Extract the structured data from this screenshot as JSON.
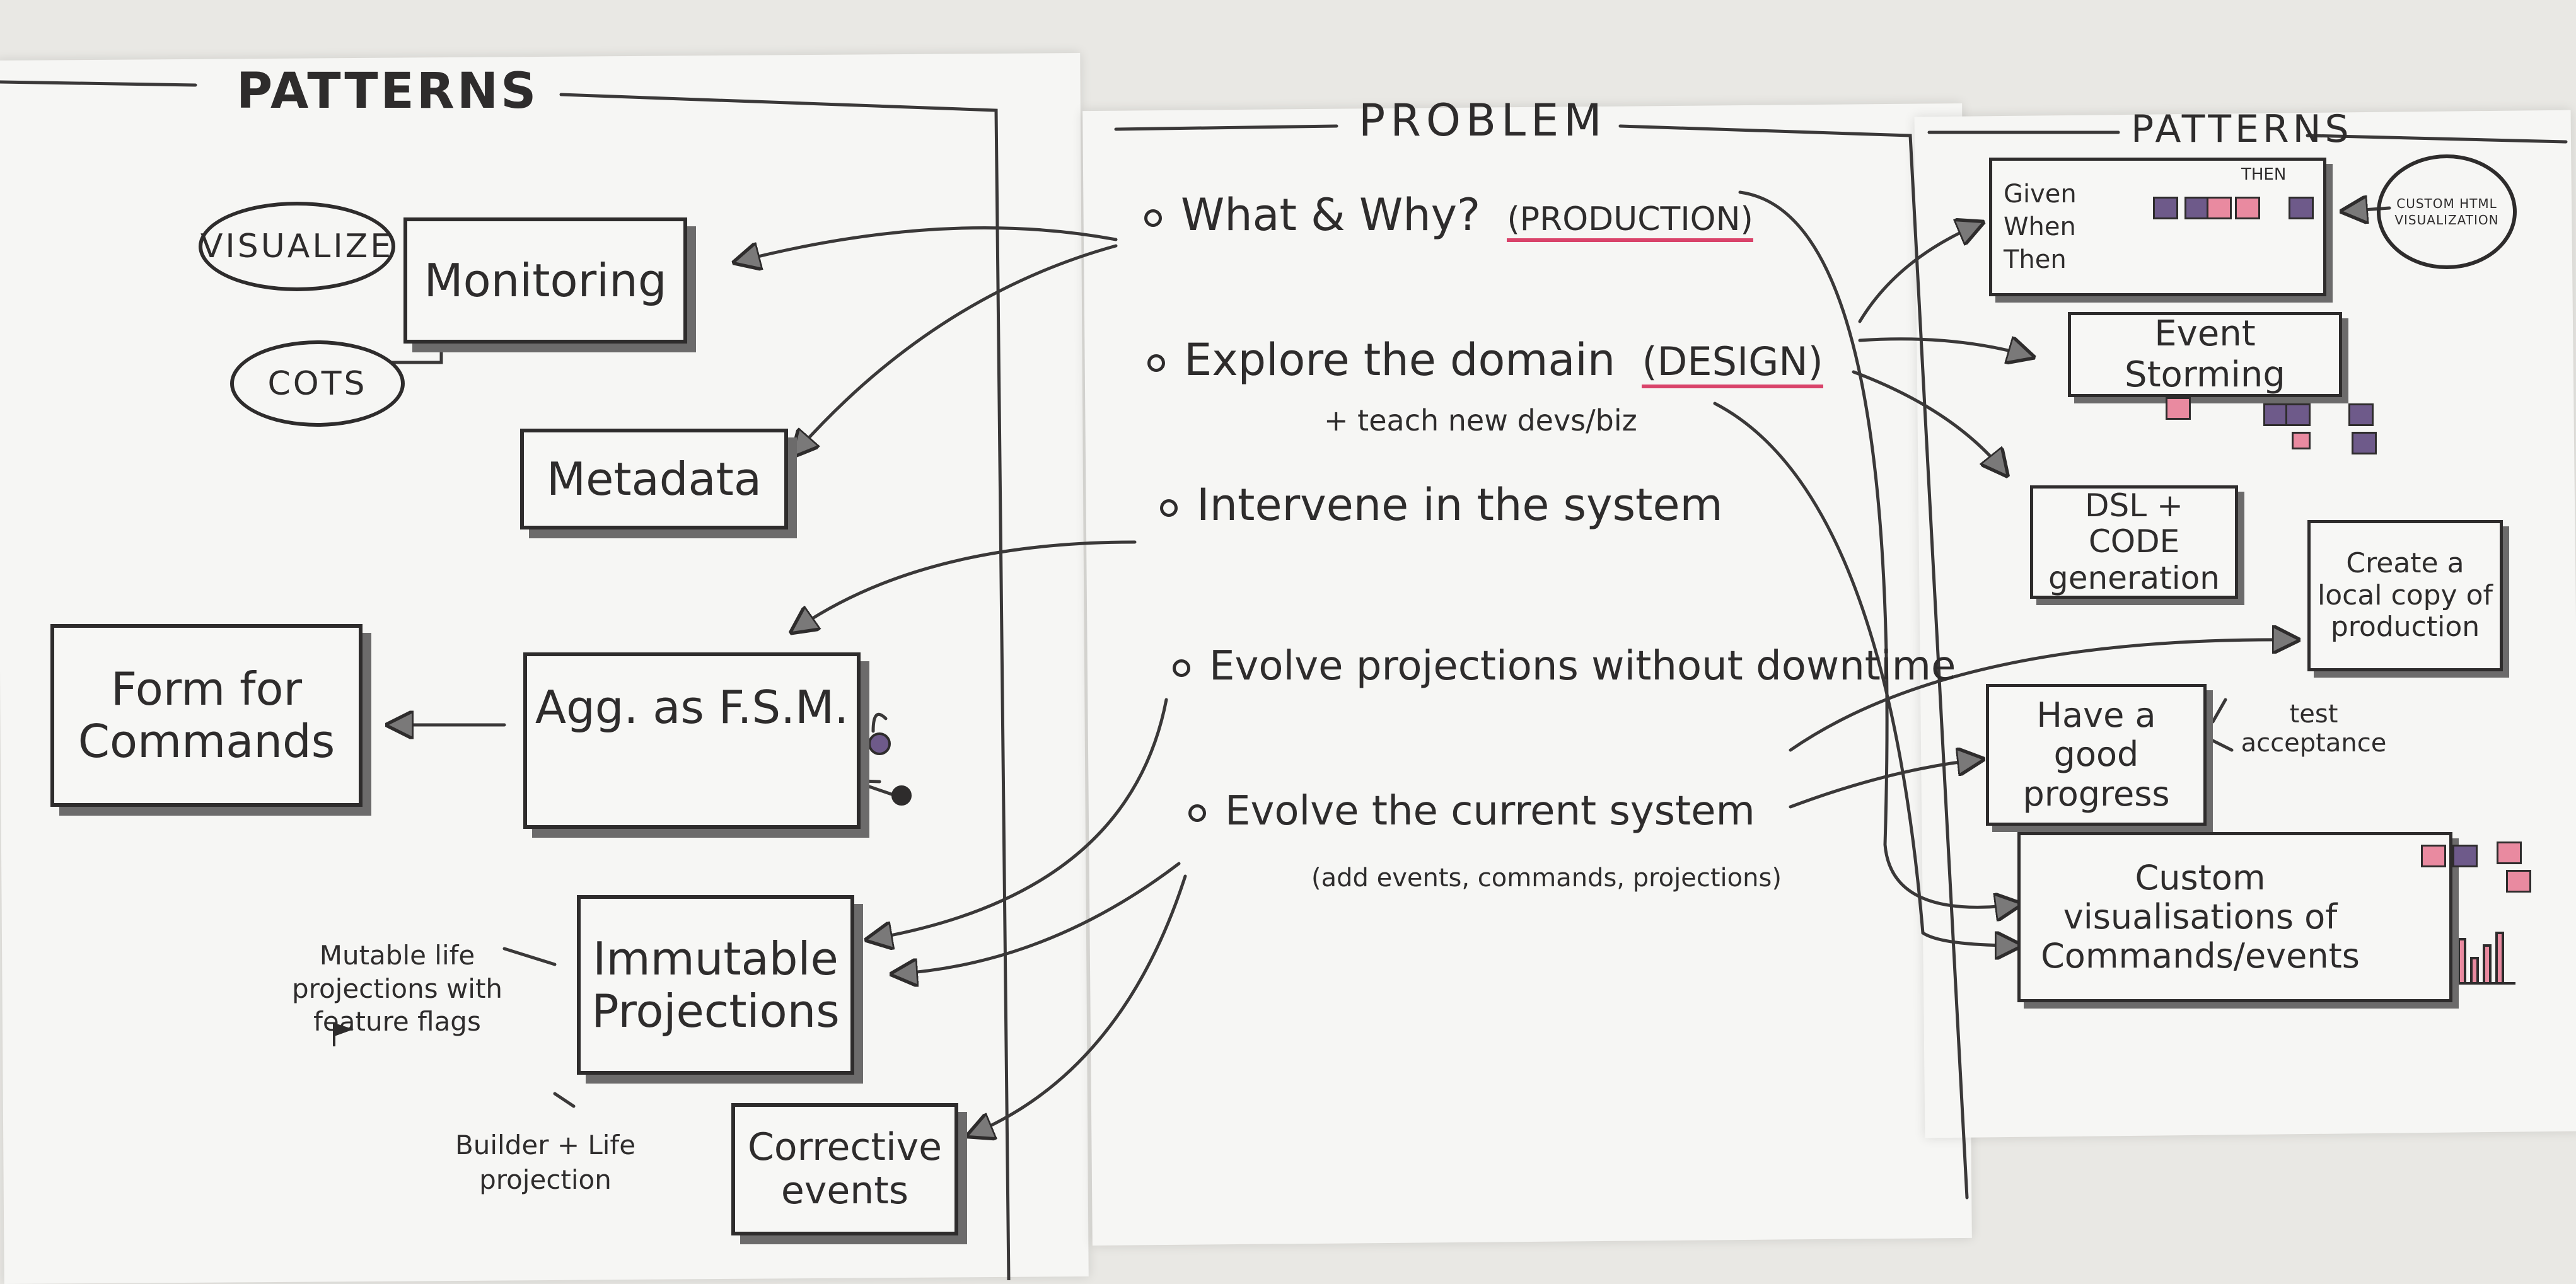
{
  "headers": {
    "left": "PATTERNS",
    "middle": "PROBLEM",
    "right": "PATTERNS"
  },
  "left_patterns": {
    "visualize": "VISUALIZE",
    "monitoring": "Monitoring",
    "cots": "COTS",
    "metadata": "Metadata",
    "form_for_commands": "Form for Commands",
    "agg_fsm": "Agg. as F.S.M.",
    "immutable_projections": "Immutable Projections",
    "mutable_note": "Mutable life projections with feature flags",
    "builder_note": "Builder + Life projection",
    "corrective_events": "Corrective events"
  },
  "problems": {
    "p1": "What & Why?",
    "p1_tag": "(PRODUCTION)",
    "p2": "Explore the domain",
    "p2_tag": "(DESIGN)",
    "p2_sub": "+ teach new devs/biz",
    "p3": "Intervene in the system",
    "p4": "Evolve projections without downtime",
    "p5": "Evolve the current system",
    "p5_sub": "(add events, commands, projections)"
  },
  "right_patterns": {
    "gwt": "Given When Then",
    "then": "THEN",
    "custom_html": "CUSTOM HTML VISUALIZATION",
    "event_storming": "Event Storming",
    "dsl": "DSL + CODE generation",
    "local_copy": "Create a local copy of production",
    "good_progress": "Have a good progress",
    "test_acceptance": "test acceptance",
    "custom_vis": "Custom visualisations of Commands/events"
  },
  "colors": {
    "ink": "#2e2c2c",
    "pink": "#e98aa0",
    "purple": "#6e5a8a",
    "underline": "#d9436a"
  }
}
